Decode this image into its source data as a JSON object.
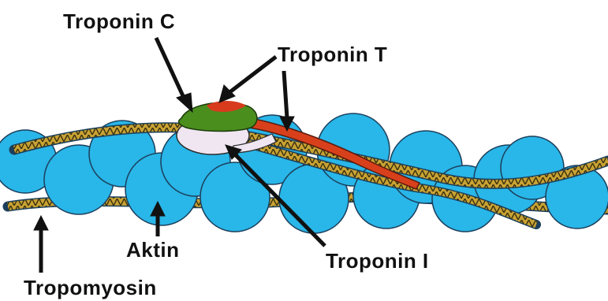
{
  "labels": {
    "troponin_c": "Troponin C",
    "troponin_t": "Troponin T",
    "troponin_i": "Troponin I",
    "aktin": "Aktin",
    "tropomyosin": "Tropomyosin"
  },
  "colors": {
    "aktin": "#29b6e8",
    "aktin_outline": "#1b3f5c",
    "tropomyosin": "#c8a233",
    "tropomyosin_pattern": "#3b3210",
    "troponin_c_green": "#4a8e1e",
    "troponin_c_red": "#d83a1c",
    "troponin_t": "#d8401c",
    "troponin_i": "#efe6f2",
    "arrow": "#111111"
  }
}
